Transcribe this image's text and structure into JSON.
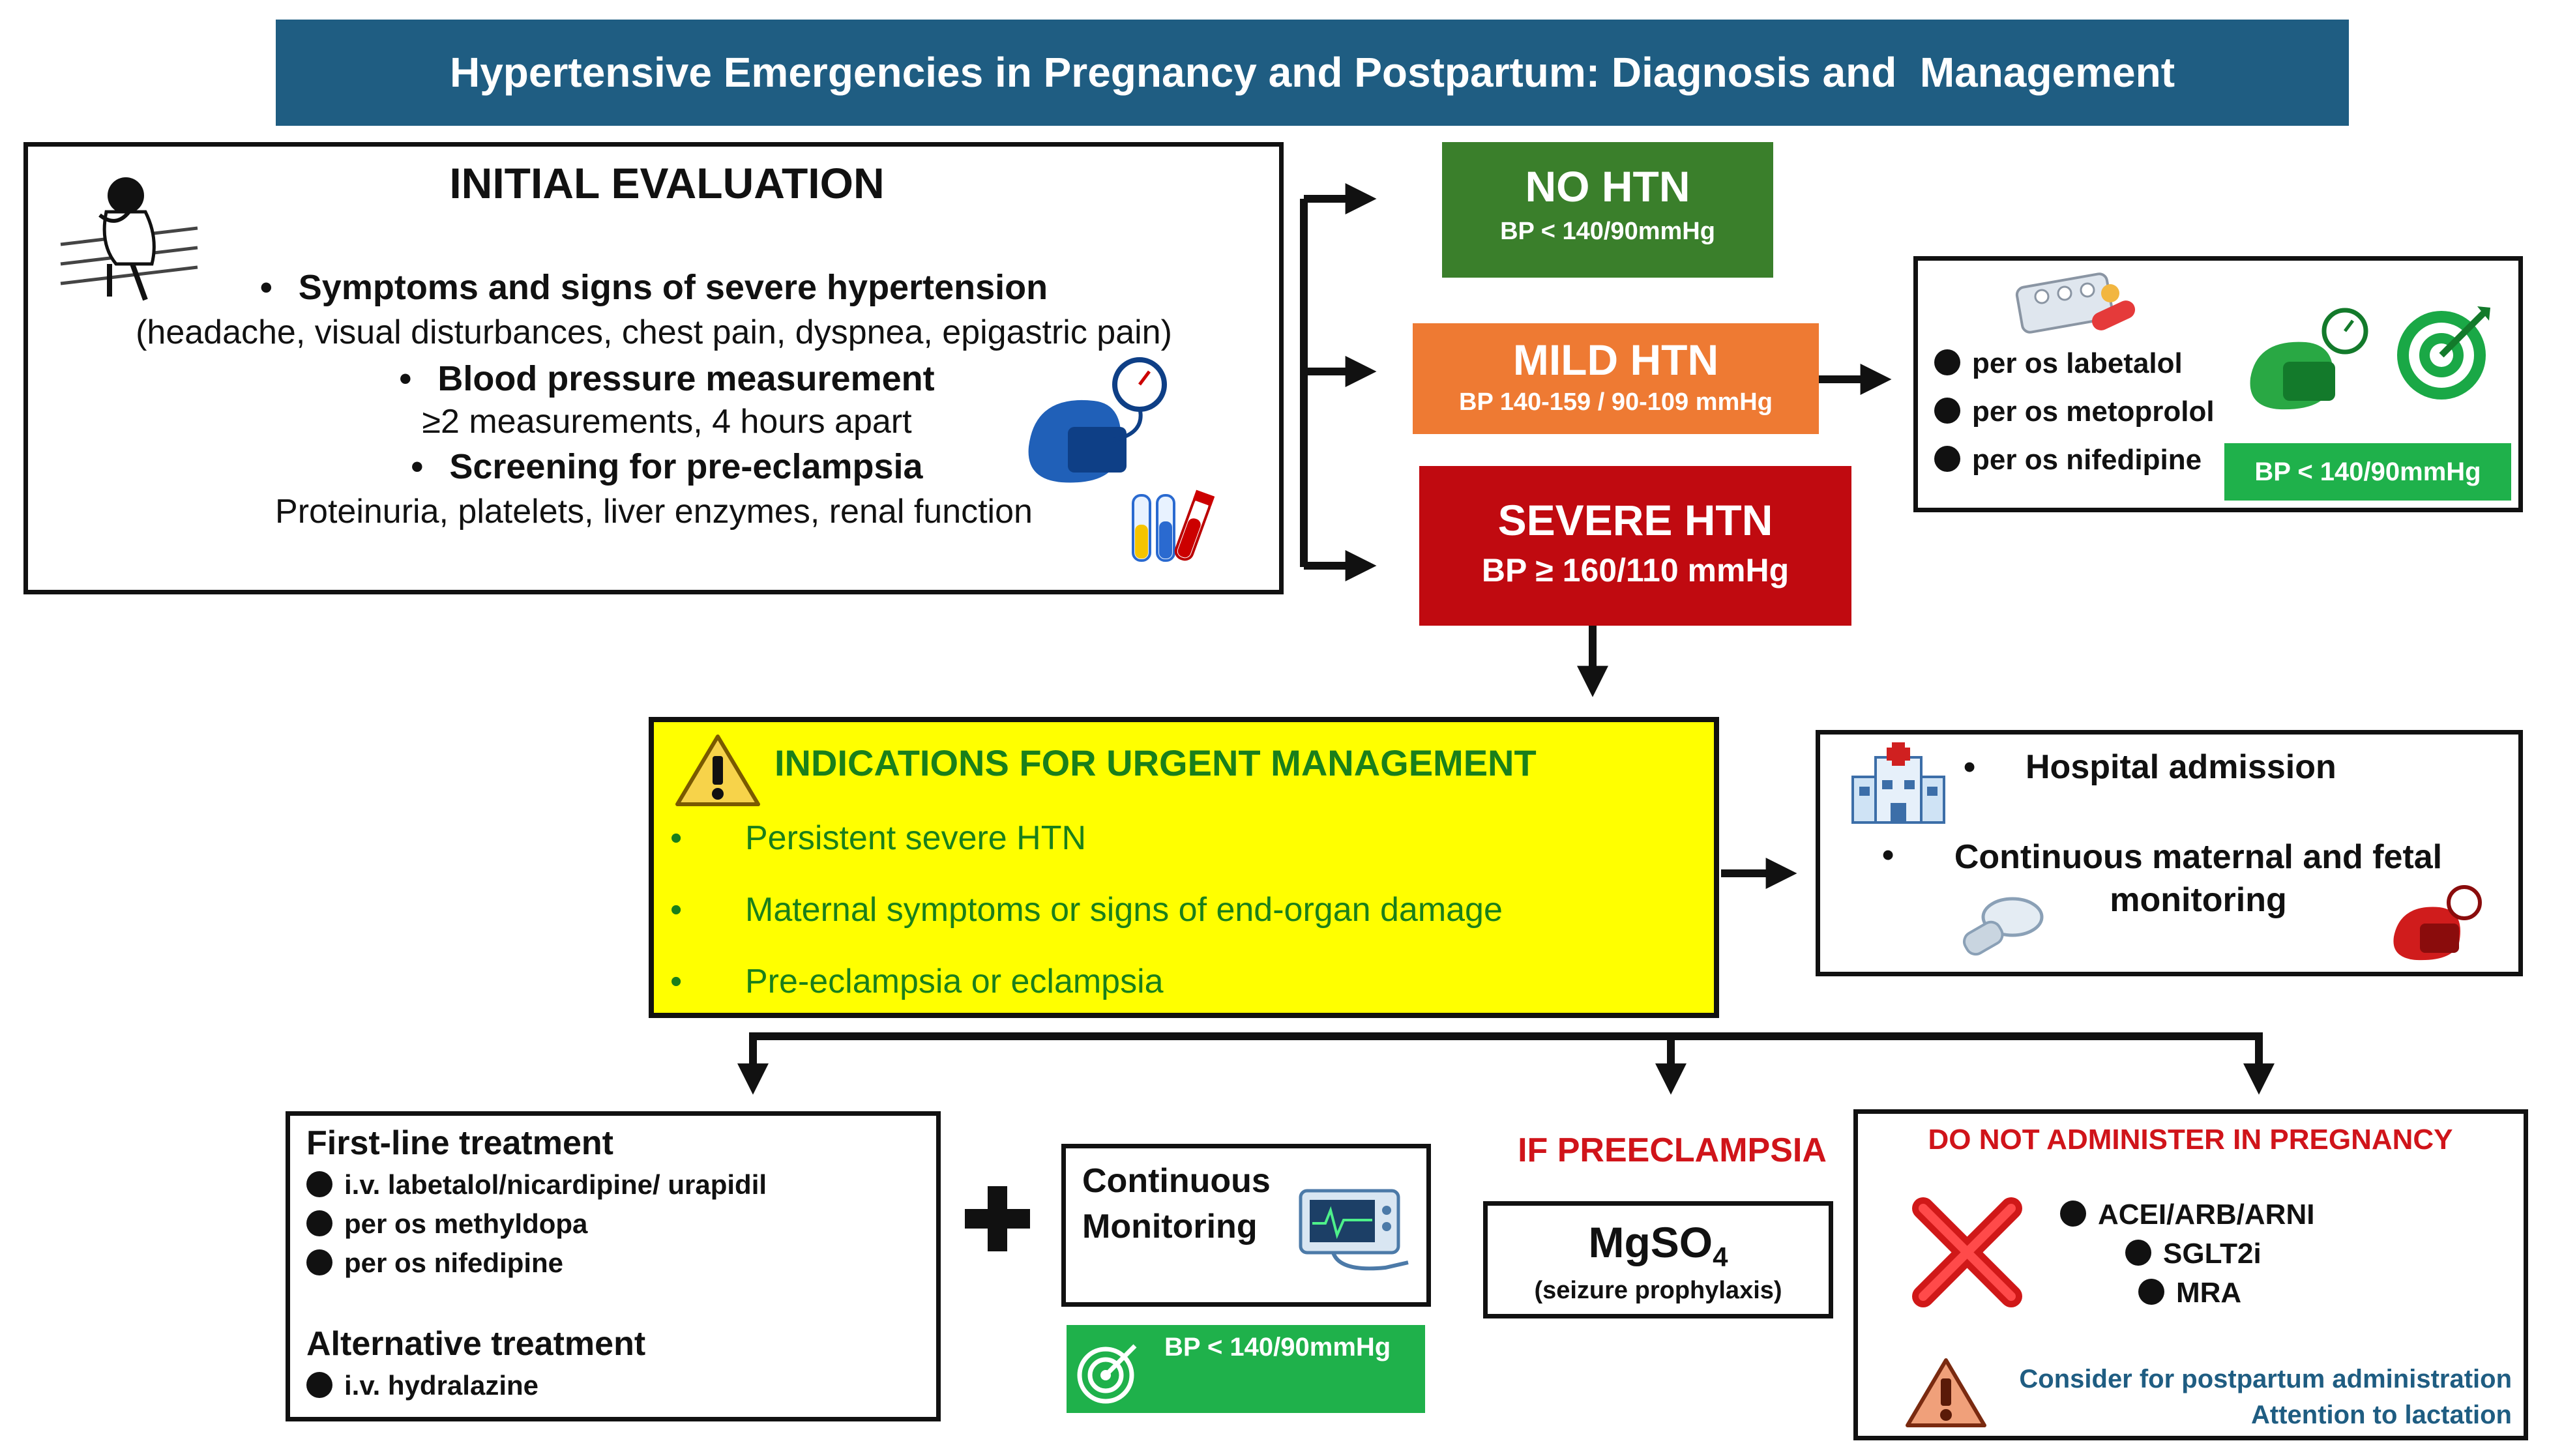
{
  "title": "Hypertensive Emergencies in Pregnancy and Postpartum: Diagnosis and  Management",
  "colors": {
    "title_bg": "#1f5d82",
    "no_htn": "#3a7f2b",
    "mild_htn": "#ee7a33",
    "severe_htn": "#c00a10",
    "target_green": "#1fb14b",
    "urgent_bg": "#ffff00",
    "urgent_text": "#1a7f1a",
    "red_text": "#d0141a"
  },
  "initial_evaluation": {
    "heading": "INITIAL EVALUATION",
    "symptoms_title": "Symptoms and signs of severe hypertension",
    "symptoms_detail": "(headache, visual disturbances, chest pain, dyspnea, epigastric pain)",
    "bp_title": "Blood pressure measurement",
    "bp_detail": "≥2 measurements, 4 hours apart",
    "screen_title": "Screening for pre-eclampsia",
    "screen_detail": "Proteinuria, platelets, liver enzymes, renal function",
    "bullet": "•"
  },
  "no_htn": {
    "label": "NO HTN",
    "bp": "BP < 140/90mmHg"
  },
  "mild_htn": {
    "label": "MILD HTN",
    "bp": "BP 140-159 / 90-109 mmHg"
  },
  "severe_htn": {
    "label": "SEVERE HTN",
    "bp": "BP ≥ 160/110 mmHg"
  },
  "mild_treatment": {
    "items": [
      "per os labetalol",
      "per os metoprolol",
      "per os nifedipine"
    ],
    "target": "BP < 140/90mmHg"
  },
  "urgent": {
    "heading": "INDICATIONS FOR URGENT MANAGEMENT",
    "items": [
      "Persistent severe HTN",
      "Maternal symptoms or signs of end-organ damage",
      "Pre-eclampsia or eclampsia"
    ],
    "bullet": "•"
  },
  "hospital": {
    "admission": "Hospital admission",
    "monitoring": "Continuous maternal and fetal monitoring",
    "bullet": "•"
  },
  "first_line": {
    "heading": "First-line treatment",
    "items": [
      "i.v. labetalol/nicardipine/ urapidil",
      "per os methyldopa",
      "per os nifedipine"
    ],
    "alt_heading": "Alternative treatment",
    "alt_items": [
      "i.v. hydralazine"
    ]
  },
  "continuous": {
    "line1": "Continuous",
    "line2": "Monitoring",
    "target": "BP < 140/90mmHg"
  },
  "preeclampsia": {
    "heading": "IF PREECLAMPSIA",
    "drug": "MgSO",
    "drug_sub": "4",
    "note": "(seizure prophylaxis)"
  },
  "do_not": {
    "heading": "DO NOT ADMINISTER IN PREGNANCY",
    "items": [
      "ACEI/ARB/ARNI",
      "SGLT2i",
      "MRA"
    ],
    "note1": "Consider for postpartum administration",
    "note2": "Attention to lactation"
  },
  "icons": [
    "distressed-woman-icon",
    "sphygmomanometer-icon",
    "blood-tubes-icon",
    "pills-icon",
    "target-icon",
    "warning-icon",
    "hospital-icon",
    "stethoscope-icon",
    "monitor-icon",
    "red-x-icon",
    "plus-icon"
  ]
}
